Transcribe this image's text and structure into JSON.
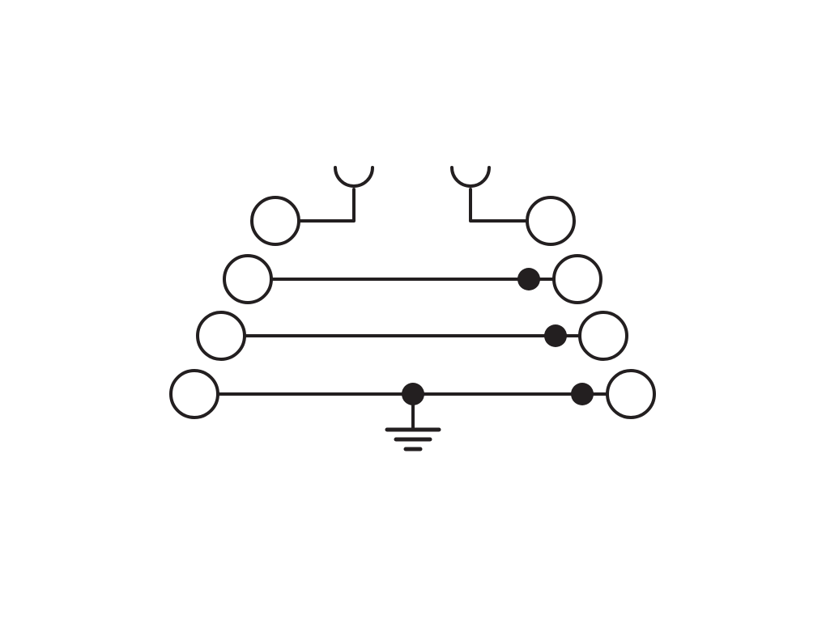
{
  "diagram": {
    "type": "terminal-block-schematic",
    "stroke_color": "#231f20",
    "background_color": "#ffffff",
    "levels": [
      {
        "name": "level-1",
        "connection": "plug-sockets",
        "left_terminal": "open-circle",
        "right_terminal": "open-circle",
        "bridge_dot": false,
        "ground_dot": false
      },
      {
        "name": "level-2",
        "connection": "through-wire",
        "left_terminal": "open-circle",
        "right_terminal": "open-circle",
        "bridge_dot": true,
        "ground_dot": false
      },
      {
        "name": "level-3",
        "connection": "through-wire",
        "left_terminal": "open-circle",
        "right_terminal": "open-circle",
        "bridge_dot": true,
        "ground_dot": false
      },
      {
        "name": "level-4",
        "connection": "through-wire",
        "left_terminal": "open-circle",
        "right_terminal": "open-circle",
        "bridge_dot": true,
        "ground_dot": true
      }
    ],
    "symbols": [
      "plug-socket-icon",
      "plug-socket-icon",
      "ground-icon"
    ]
  }
}
